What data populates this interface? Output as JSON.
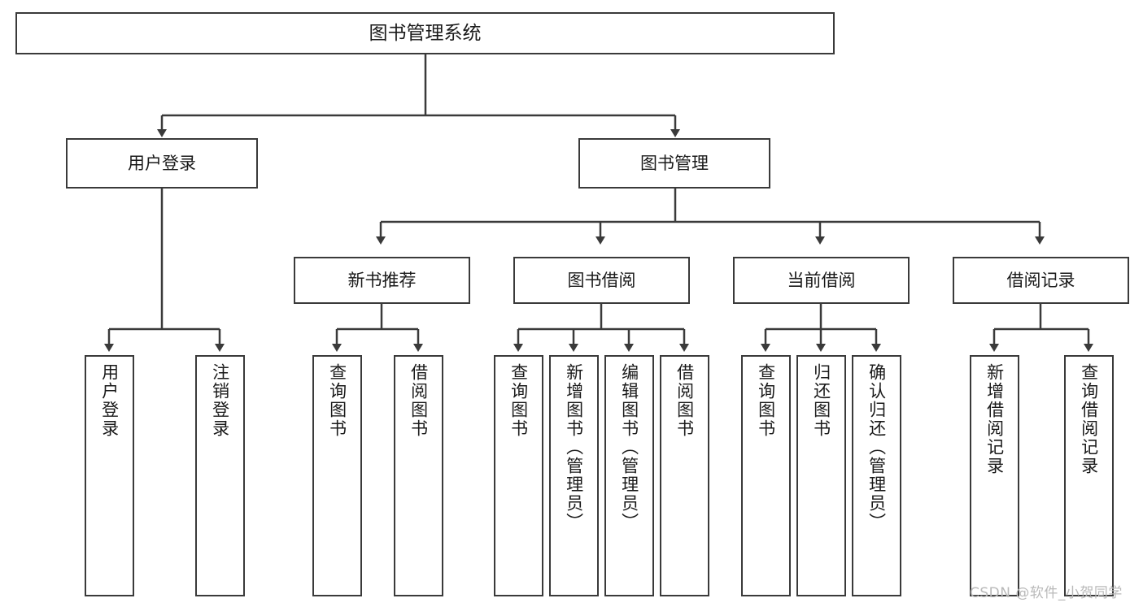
{
  "diagram": {
    "title": "图书管理系统",
    "type": "functional-structure-tree",
    "watermark": "CSDN @软件_小贺同学",
    "colors": {
      "background": "#ffffff",
      "box_border": "#3a3a3a",
      "connector": "#3a3a3a",
      "text": "#1a1a1a",
      "watermark": "#b9b9b9"
    },
    "root": {
      "label": "图书管理系统"
    },
    "level1": [
      {
        "id": "user-login",
        "label": "用户登录"
      },
      {
        "id": "book-management",
        "label": "图书管理"
      }
    ],
    "level2": [
      {
        "id": "new-book-recommend",
        "label": "新书推荐",
        "parent": "book-management"
      },
      {
        "id": "book-borrow",
        "label": "图书借阅",
        "parent": "book-management"
      },
      {
        "id": "current-borrow",
        "label": "当前借阅",
        "parent": "book-management"
      },
      {
        "id": "borrow-record",
        "label": "借阅记录",
        "parent": "book-management"
      }
    ],
    "leaves": [
      {
        "id": "leaf-user-login",
        "label": "用户登录",
        "parent": "user-login"
      },
      {
        "id": "leaf-user-logout",
        "label": "注销登录",
        "parent": "user-login"
      },
      {
        "id": "leaf-query-book-1",
        "label": "查询图书",
        "parent": "new-book-recommend"
      },
      {
        "id": "leaf-borrow-book-1",
        "label": "借阅图书",
        "parent": "new-book-recommend"
      },
      {
        "id": "leaf-query-book-2",
        "label": "查询图书",
        "parent": "book-borrow"
      },
      {
        "id": "leaf-add-book",
        "label": "新增图书（管理员）",
        "parent": "book-borrow"
      },
      {
        "id": "leaf-edit-book",
        "label": "编辑图书（管理员）",
        "parent": "book-borrow"
      },
      {
        "id": "leaf-borrow-book-2",
        "label": "借阅图书",
        "parent": "book-borrow"
      },
      {
        "id": "leaf-query-book-3",
        "label": "查询图书",
        "parent": "current-borrow"
      },
      {
        "id": "leaf-return-book",
        "label": "归还图书",
        "parent": "current-borrow"
      },
      {
        "id": "leaf-confirm-return",
        "label": "确认归还（管理员）",
        "parent": "current-borrow"
      },
      {
        "id": "leaf-add-record",
        "label": "新增借阅记录",
        "parent": "borrow-record"
      },
      {
        "id": "leaf-query-record",
        "label": "查询借阅记录",
        "parent": "borrow-record"
      }
    ]
  }
}
